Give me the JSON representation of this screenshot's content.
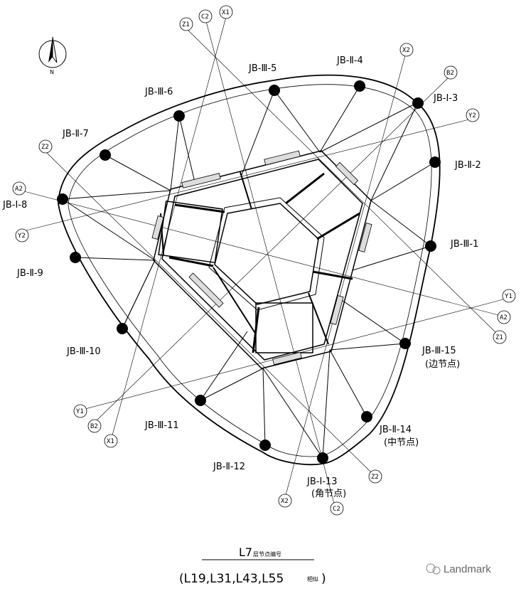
{
  "compass": {
    "north_label": "N"
  },
  "axis_labels": {
    "Z1_top": "Z1",
    "C2_top": "C2",
    "X1_top": "X1",
    "X2_top": "X2",
    "B2_top": "B2",
    "Y2_right": "Y2",
    "Z2_left": "Z2",
    "A2_left": "A2",
    "Y2_left": "Y2",
    "Y1_right": "Y1",
    "A2_right": "A2",
    "Z1_right": "Z1",
    "Y1_left": "Y1",
    "B2_bottom": "B2",
    "X1_bottom": "X1",
    "Z2_bottom": "Z2",
    "X2_bottom": "X2",
    "C2_bottom": "C2"
  },
  "node_labels": {
    "n1": "JB-Ⅲ-1",
    "n2": "JB-Ⅱ-2",
    "n3": "JB-Ⅰ-3",
    "n4": "JB-Ⅱ-4",
    "n5": "JB-Ⅲ-5",
    "n6": "JB-Ⅲ-6",
    "n7": "JB-Ⅱ-7",
    "n8": "JB-Ⅰ-8",
    "n9": "JB-Ⅱ-9",
    "n10": "JB-Ⅲ-10",
    "n11": "JB-Ⅲ-11",
    "n12": "JB-Ⅱ-12",
    "n13": "JB-Ⅰ-13",
    "n14": "JB-Ⅱ-14",
    "n15": "JB-Ⅲ-15"
  },
  "node_notes": {
    "edge": "(边节点)",
    "middle": "(中节点)",
    "corner": "(角节点)"
  },
  "title": {
    "main": "L7",
    "main_suffix": "层节点编号",
    "floors": "(L19,L31,L43,L55",
    "floors_suffix": "相似",
    "floors_close": ")"
  },
  "watermark": "Landmark"
}
